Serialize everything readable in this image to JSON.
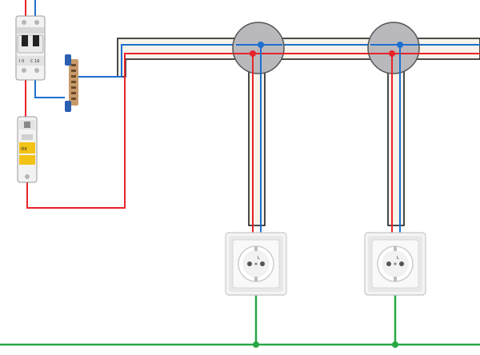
{
  "colors": {
    "phase": "#e8242b",
    "neutral": "#1d6fd0",
    "earth": "#27a844",
    "cable_sheath": "#f7f3ea",
    "cable_outline": "#111111",
    "junction_box": "#b9b9bd",
    "breaker_body": "#f2f2f2",
    "rcd_accent": "#f3c315",
    "busbar": "#c89a6a",
    "busbar_clip": "#2b5fb0"
  },
  "components": {
    "circuit_breaker": {
      "icon": "double-pole-breaker-icon",
      "labels": [
        "I  0",
        "C  16"
      ]
    },
    "rcd_module": {
      "icon": "single-pole-rcd-icon",
      "label": "IEK"
    },
    "neutral_bus": {
      "icon": "neutral-busbar-icon"
    },
    "junction_boxes": [
      {
        "icon": "junction-box-icon"
      },
      {
        "icon": "junction-box-icon"
      }
    ],
    "sockets": [
      {
        "icon": "schuko-socket-icon",
        "mark": "L"
      },
      {
        "icon": "schuko-socket-icon",
        "mark": "L"
      }
    ]
  }
}
